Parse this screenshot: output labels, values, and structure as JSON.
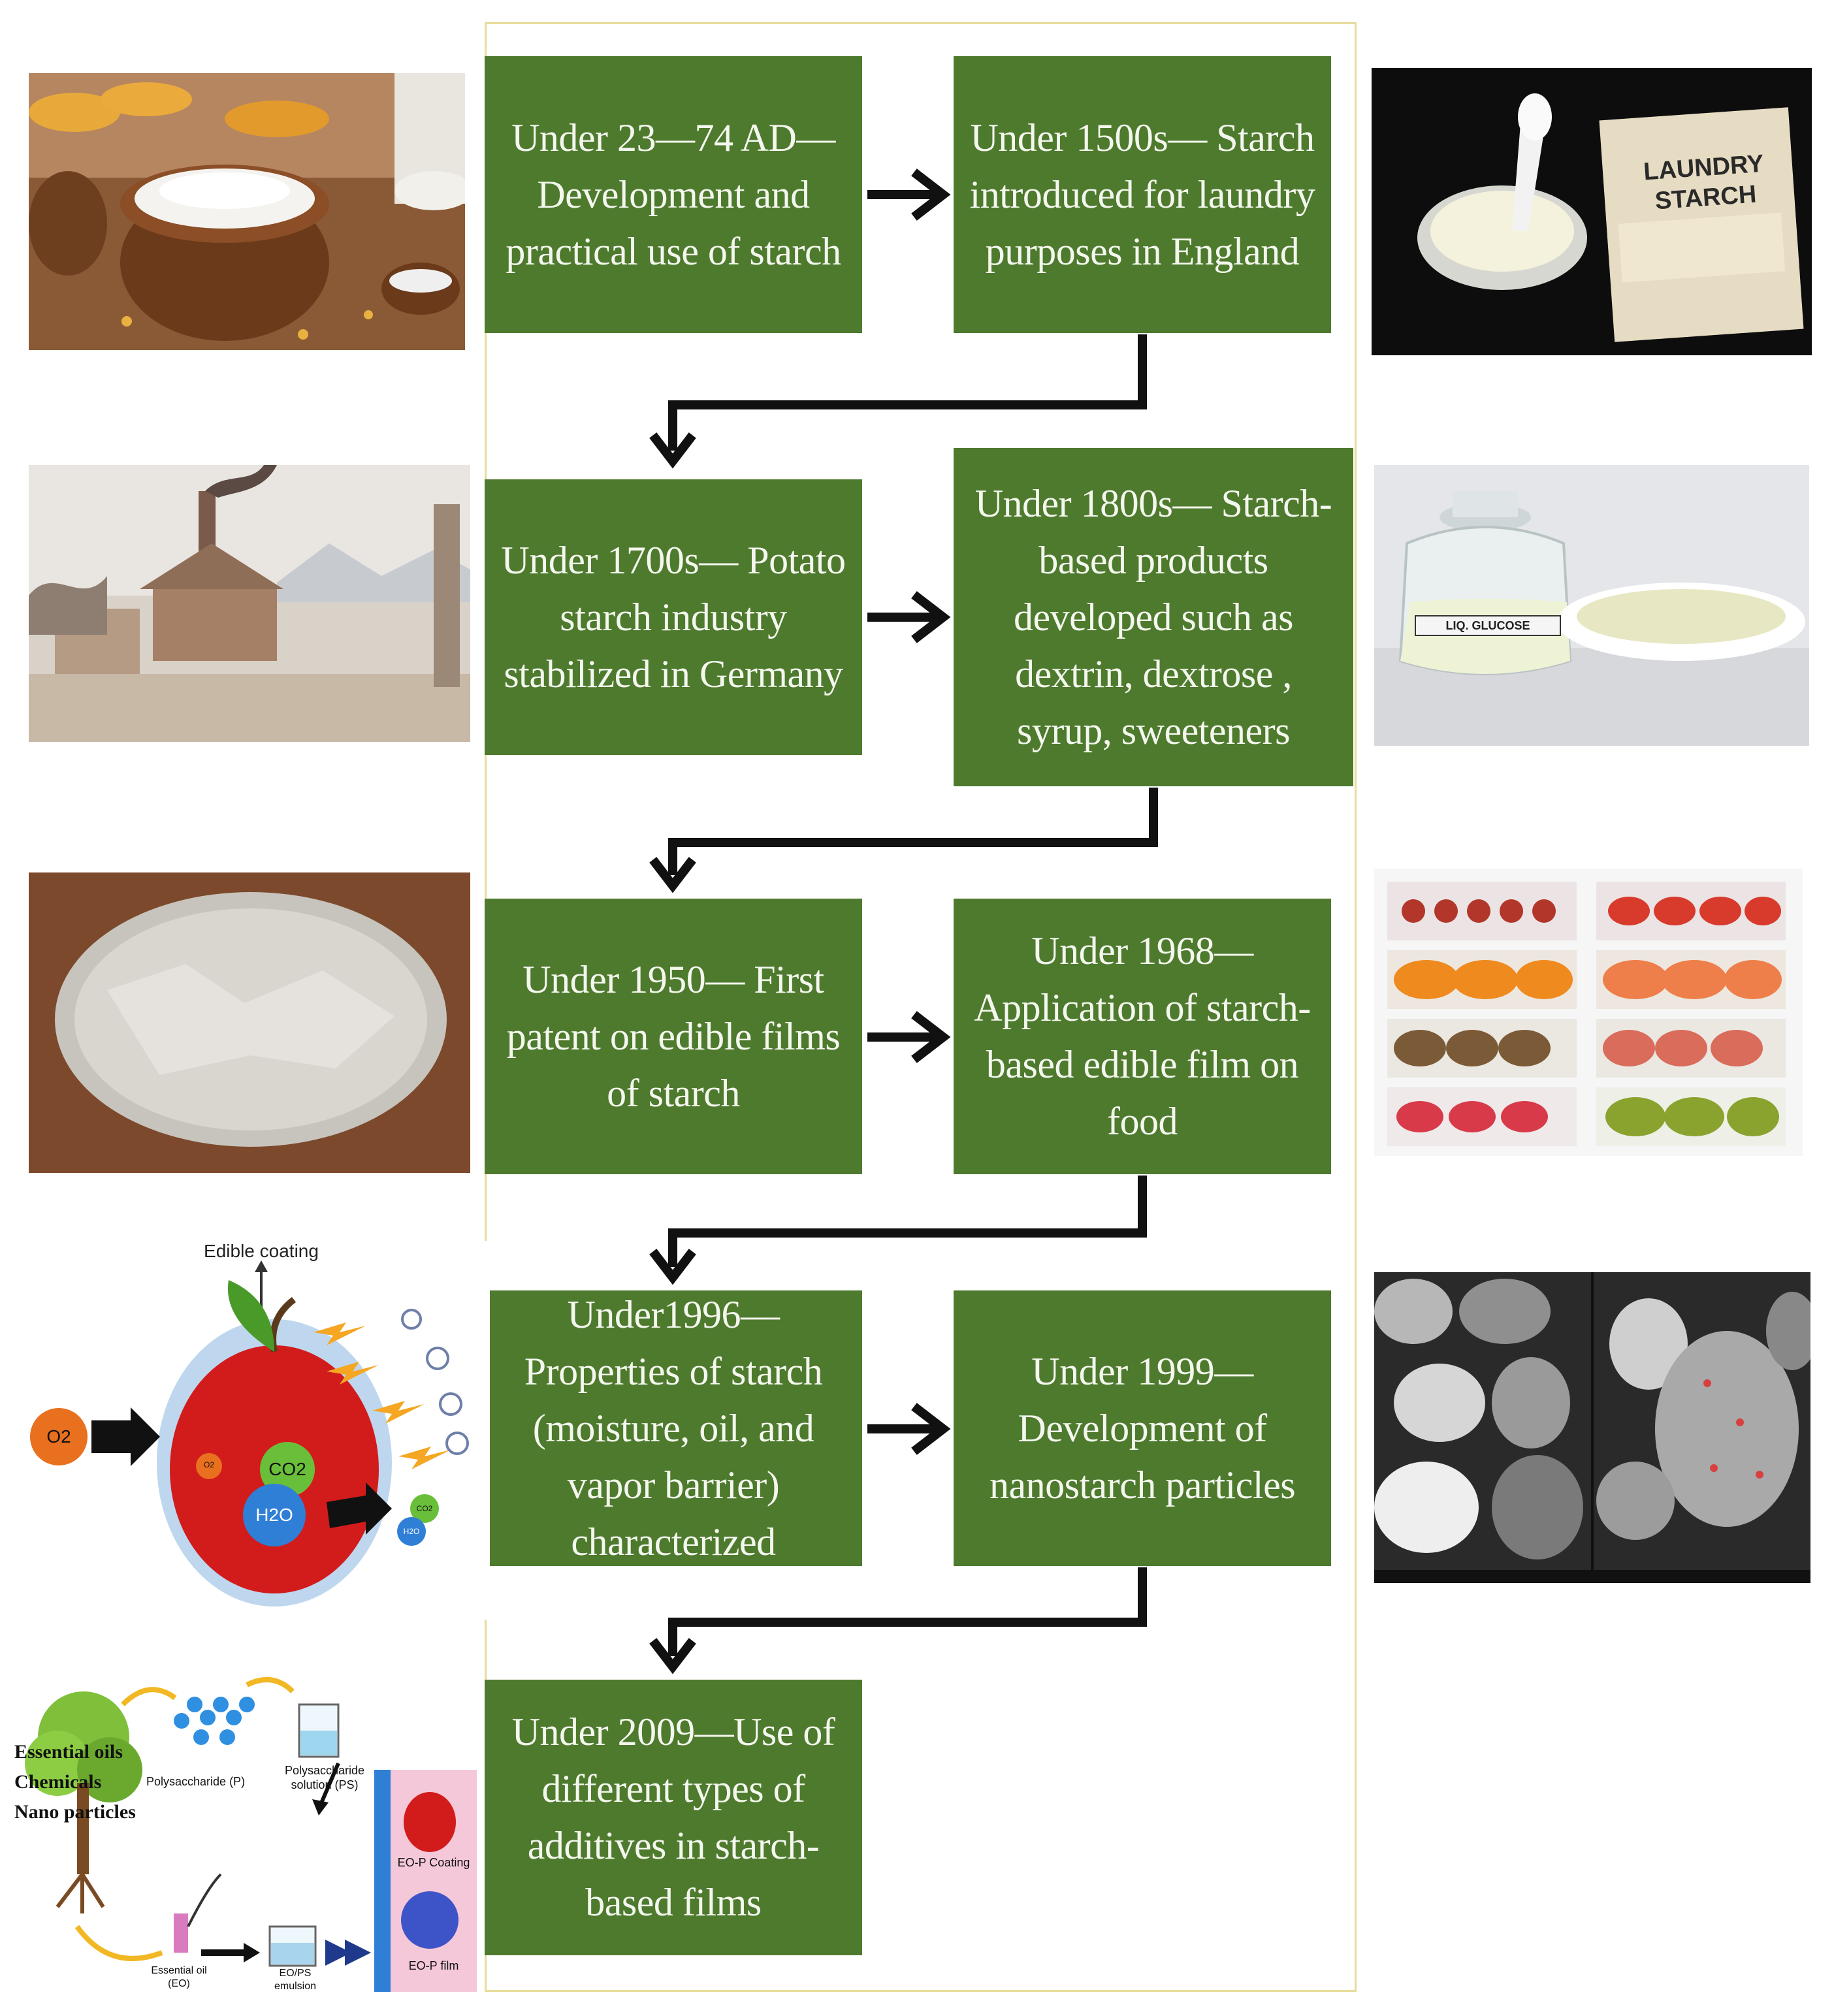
{
  "timeline": {
    "boxes": [
      {
        "id": "b1",
        "text": "Under 23—74 AD— Development and practical use of starch"
      },
      {
        "id": "b2",
        "text": "Under 1500s— Starch introduced for laundry purposes in England"
      },
      {
        "id": "b3",
        "text": "Under 1700s— Potato starch industry stabilized in Germany"
      },
      {
        "id": "b4",
        "text": "Under 1800s— Starch-based products developed such as dextrin, dextrose , syrup, sweeteners"
      },
      {
        "id": "b5",
        "text": "Under 1950— First patent on edible films of starch"
      },
      {
        "id": "b6",
        "text": "Under 1968— Application of starch-based edible film on food"
      },
      {
        "id": "b7",
        "text": "Under1996— Properties of starch (moisture, oil, and vapor barrier) characterized"
      },
      {
        "id": "b8",
        "text": "Under 1999— Development of nanostarch particles"
      },
      {
        "id": "b9",
        "text": "Under 2009—Use of different types of additives in starch-based films"
      }
    ]
  },
  "images": {
    "laundry_pack": {
      "brand": "LAUNDRY STARCH"
    },
    "glucose_jar": {
      "label": "LIQ. GLUCOSE"
    },
    "apple_diagram": {
      "title": "Edible coating",
      "o2": "O2",
      "co2": "CO2",
      "h2o": "H2O",
      "o2_small": "O2",
      "co2_small": "CO2",
      "h2o_small": "H2O"
    },
    "eo_diagram": {
      "tree_labels": [
        "Essential oils",
        "Chemicals",
        "Nano particles"
      ],
      "polysaccharide": "Polysaccharide (P)",
      "polysaccharide_solution": "Polysaccharide solution (PS)",
      "essential_oil": "Essential oil (EO)",
      "emulsion": "EO/PS emulsion",
      "coating": "EO-P Coating",
      "film": "EO-P film"
    }
  },
  "colors": {
    "box_green": "#4e7a2e",
    "box_text": "#f4f7ee",
    "frame": "#e8dc9a",
    "arrow": "#111111"
  }
}
